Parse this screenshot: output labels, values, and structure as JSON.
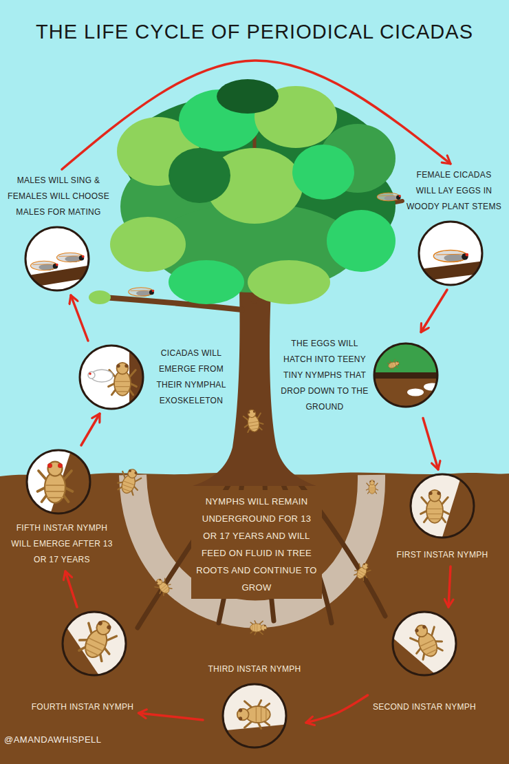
{
  "diagram": {
    "title": "THE LIFE CYCLE OF PERIODICAL CICADAS",
    "nodes": [
      {
        "text": [
          "MALES WILL SING & FEMALES WILL CHOOSE MALES FOR MATING"
        ]
      },
      {
        "text": [
          "FEMALE CICADAS WILL LAY EGGS IN WOODY PLANT STEMS"
        ]
      },
      {
        "text": [
          "THE EGGS WILL HATCH INTO TEENY TINY NYMPHS THAT DROP DOWN TO THE GROUND"
        ]
      },
      {
        "text": [
          "FIRST INSTAR NYMPH"
        ]
      },
      {
        "text": [
          "SECOND INSTAR NYMPH"
        ]
      },
      {
        "text": [
          "THIRD INSTAR NYMPH"
        ]
      },
      {
        "text": [
          "FOURTH INSTAR NYMPH"
        ]
      },
      {
        "text": [
          "FIFTH INSTAR NYMPH WILL EMERGE AFTER 13 OR 17 YEARS"
        ]
      },
      {
        "text": [
          "CICADAS WILL EMERGE FROM THEIR NYMPHAL EXOSKELETON"
        ]
      }
    ],
    "edges": [
      {
        "from": 0,
        "to": 1,
        "arrow": "to"
      },
      {
        "from": 1,
        "to": 2,
        "arrow": "to"
      },
      {
        "from": 2,
        "to": 3,
        "arrow": "to"
      },
      {
        "from": 3,
        "to": 4,
        "arrow": "to"
      },
      {
        "from": 4,
        "to": 5,
        "arrow": "to"
      },
      {
        "from": 5,
        "to": 6,
        "arrow": "to"
      },
      {
        "from": 6,
        "to": 7,
        "arrow": "to"
      },
      {
        "from": 7,
        "to": 8,
        "arrow": "to"
      },
      {
        "from": 8,
        "to": 0,
        "arrow": "to"
      }
    ],
    "labels": [
      "NYMPHS WILL REMAIN UNDERGROUND FOR 13 OR 17 YEARS AND WILL FEED ON FLUID IN TREE ROOTS AND CONTINUE TO GROW",
      "@AMANDAWHISPELL"
    ]
  }
}
